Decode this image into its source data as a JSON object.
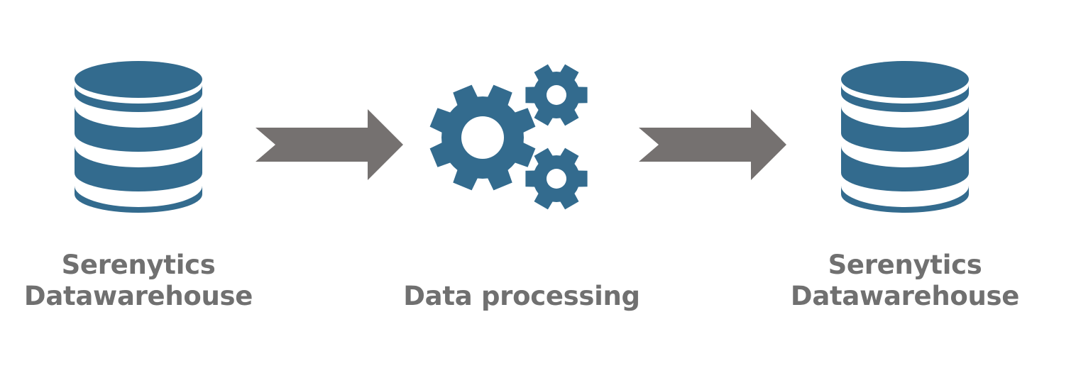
{
  "colors": {
    "icon_blue": "#336b8e",
    "arrow_gray": "#757170",
    "label_gray": "#707070",
    "background": "#ffffff"
  },
  "nodes": [
    {
      "icon": "database-icon",
      "label_lines": [
        "Serenytics",
        "Datawarehouse"
      ]
    },
    {
      "icon": "gears-icon",
      "label_lines": [
        "Data processing"
      ]
    },
    {
      "icon": "database-icon",
      "label_lines": [
        "Serenytics",
        "Datawarehouse"
      ]
    }
  ],
  "edges": [
    {
      "from": 0,
      "to": 1,
      "icon": "arrow-right-icon"
    },
    {
      "from": 1,
      "to": 2,
      "icon": "arrow-right-icon"
    }
  ]
}
